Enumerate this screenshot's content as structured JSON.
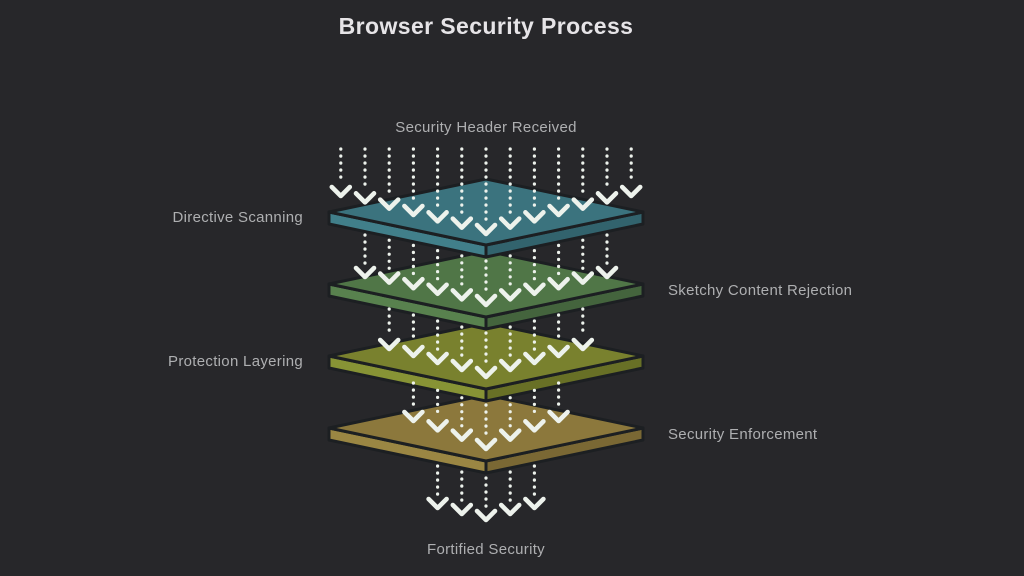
{
  "title": "Browser Security Process",
  "colors": {
    "background": "#27272a",
    "title_text": "#e6e4e7",
    "label_text": "#aeafb1",
    "arrow": "#edf2ec",
    "outline": "#1c1f22"
  },
  "diagram": {
    "input_label": "Security Header Received",
    "output_label": "Fortified Security",
    "layers": [
      {
        "label": "Directive Scanning",
        "label_side": "left",
        "top_color": "#3b737e",
        "left_side_color": "#417f8a",
        "right_side_color": "#32636d",
        "arrows_onto": 13
      },
      {
        "label": "Sketchy Content Rejection",
        "label_side": "right",
        "top_color": "#507647",
        "left_side_color": "#58814e",
        "right_side_color": "#44643d",
        "arrows_onto": 11
      },
      {
        "label": "Protection Layering",
        "label_side": "left",
        "top_color": "#79812e",
        "left_side_color": "#879335",
        "right_side_color": "#687026",
        "arrows_onto": 9
      },
      {
        "label": "Security Enforcement",
        "label_side": "right",
        "top_color": "#8c783c",
        "left_side_color": "#9a8643",
        "right_side_color": "#7a6834",
        "arrows_onto": 7
      }
    ],
    "output_arrows": 5,
    "arrow_counts": [
      13,
      11,
      9,
      7,
      5
    ]
  }
}
